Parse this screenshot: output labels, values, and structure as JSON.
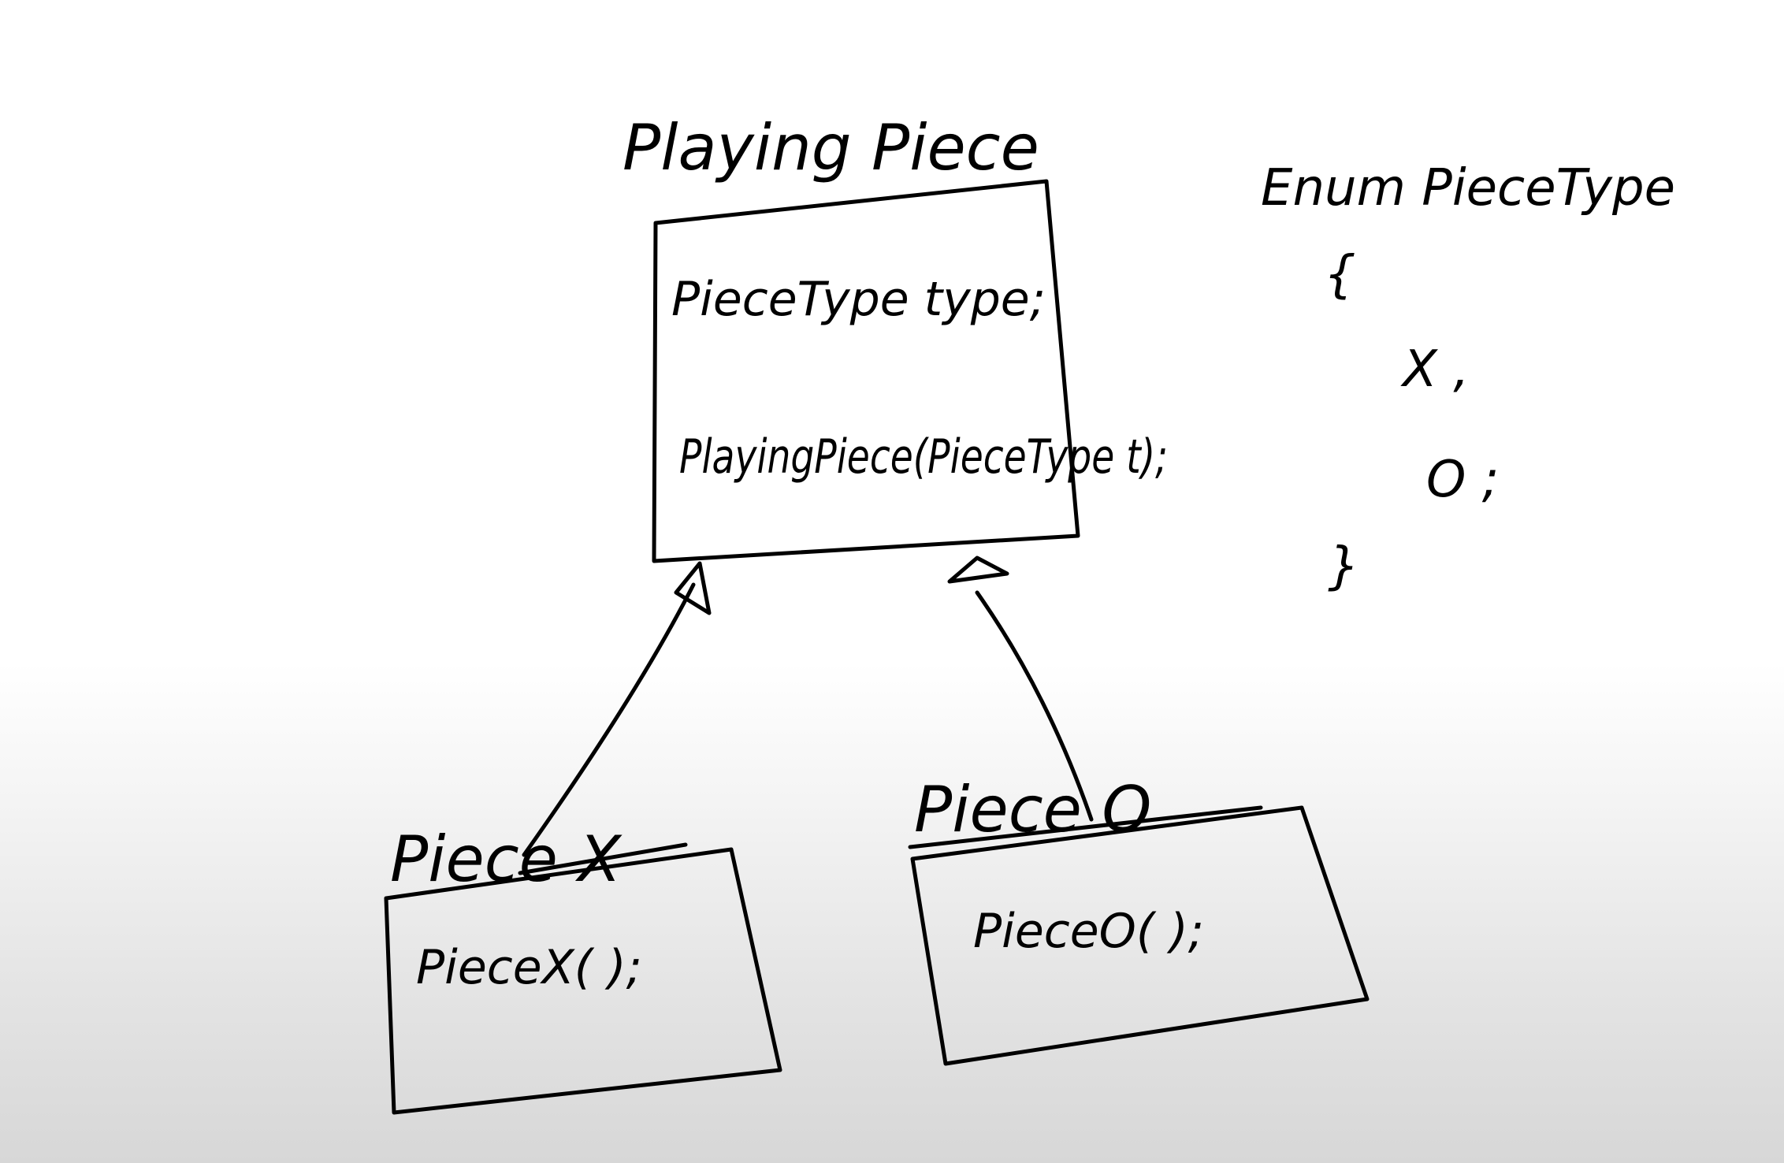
{
  "diagram": {
    "classes": {
      "playing_piece": {
        "title": "Playing Piece",
        "attribute": "PieceType type;",
        "constructor": "PlayingPiece(PieceType t);"
      },
      "piece_x": {
        "title": "Piece X",
        "constructor": "PieceX( );"
      },
      "piece_o": {
        "title": "Piece O",
        "constructor": "PieceO( );"
      }
    },
    "enum": {
      "title": "Enum PieceType",
      "open_brace": "{",
      "values": [
        "X ,",
        "O ;"
      ],
      "close_brace": "}"
    }
  }
}
